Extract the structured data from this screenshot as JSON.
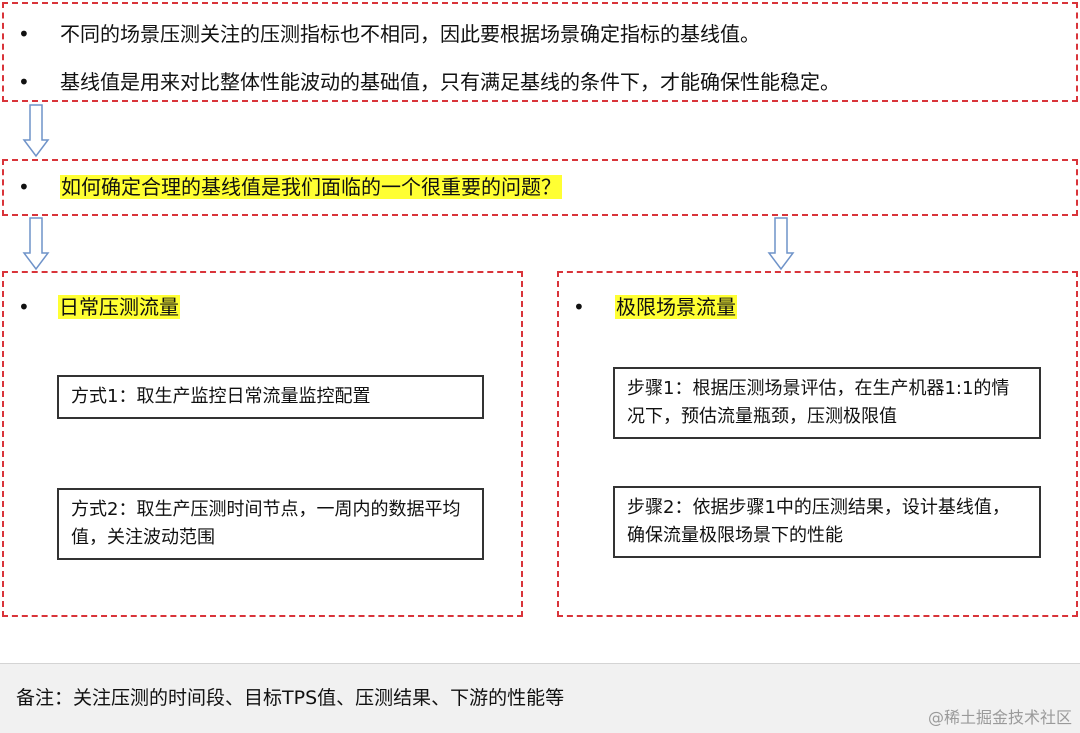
{
  "top_box": {
    "bullets": [
      "不同的场景压测关注的压测指标也不相同，因此要根据场景确定指标的基线值。",
      "基线值是用来对比整体性能波动的基础值，只有满足基线的条件下，才能确保性能稳定。"
    ]
  },
  "question_box": {
    "text": "如何确定合理的基线值是我们面临的一个很重要的问题？"
  },
  "bullet_symbol": "•",
  "left_panel": {
    "title": "日常压测流量",
    "methods": [
      "方式1：取生产监控日常流量监控配置",
      "方式2：取生产压测时间节点，一周内的数据平均值，关注波动范围"
    ]
  },
  "right_panel": {
    "title": "极限场景流量",
    "steps": [
      "步骤1：根据压测场景评估，在生产机器1:1的情况下，预估流量瓶颈，压测极限值",
      "步骤2：依据步骤1中的压测结果，设计基线值，确保流量极限场景下的性能"
    ]
  },
  "note": {
    "text": "备注：关注压测的时间段、目标TPS值、压测结果、下游的性能等"
  },
  "watermark": "@稀土掘金技术社区",
  "colors": {
    "dashed_border": "#d9343a",
    "highlight": "#ffff33",
    "arrow": "#6f93c9",
    "note_bg": "#f1f1f1"
  }
}
